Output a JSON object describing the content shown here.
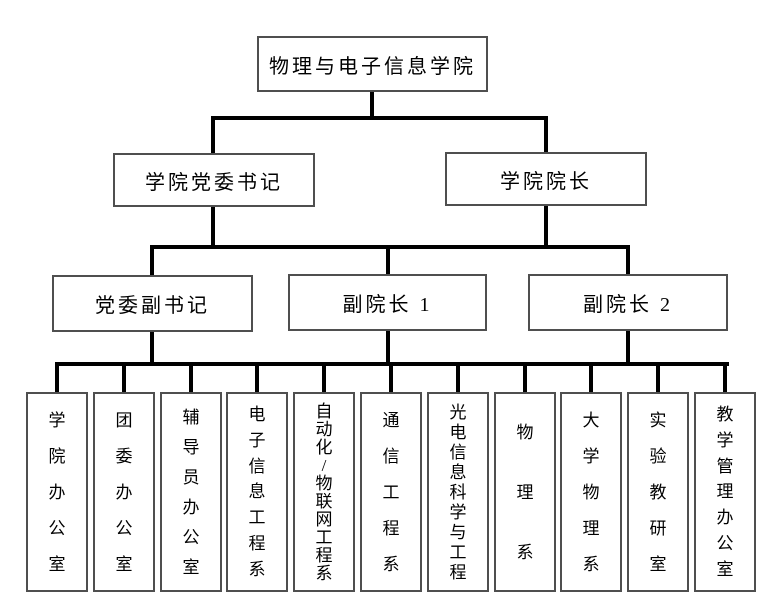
{
  "org_chart": {
    "root": {
      "label": "物理与电子信息学院"
    },
    "level2": [
      {
        "label": "学院党委书记"
      },
      {
        "label": "学院院长"
      }
    ],
    "level3": [
      {
        "label": "党委副书记"
      },
      {
        "label": "副院长 1"
      },
      {
        "label": "副院长 2"
      }
    ],
    "departments": [
      {
        "label": "学院办公室"
      },
      {
        "label": "团委办公室"
      },
      {
        "label": "辅导员办公室"
      },
      {
        "label": "电子信息工程系"
      },
      {
        "label": "自动化/物联网工程系"
      },
      {
        "label": "通信工程系"
      },
      {
        "label": "光电信息科学与工程"
      },
      {
        "label": "物理系"
      },
      {
        "label": "大学物理系"
      },
      {
        "label": "实验教研室"
      },
      {
        "label": "教学管理办公室"
      }
    ],
    "colors": {
      "connector": "#000000",
      "box_border": "#4f4f4f",
      "box_background": "#ffffff",
      "text": "#000000"
    }
  }
}
